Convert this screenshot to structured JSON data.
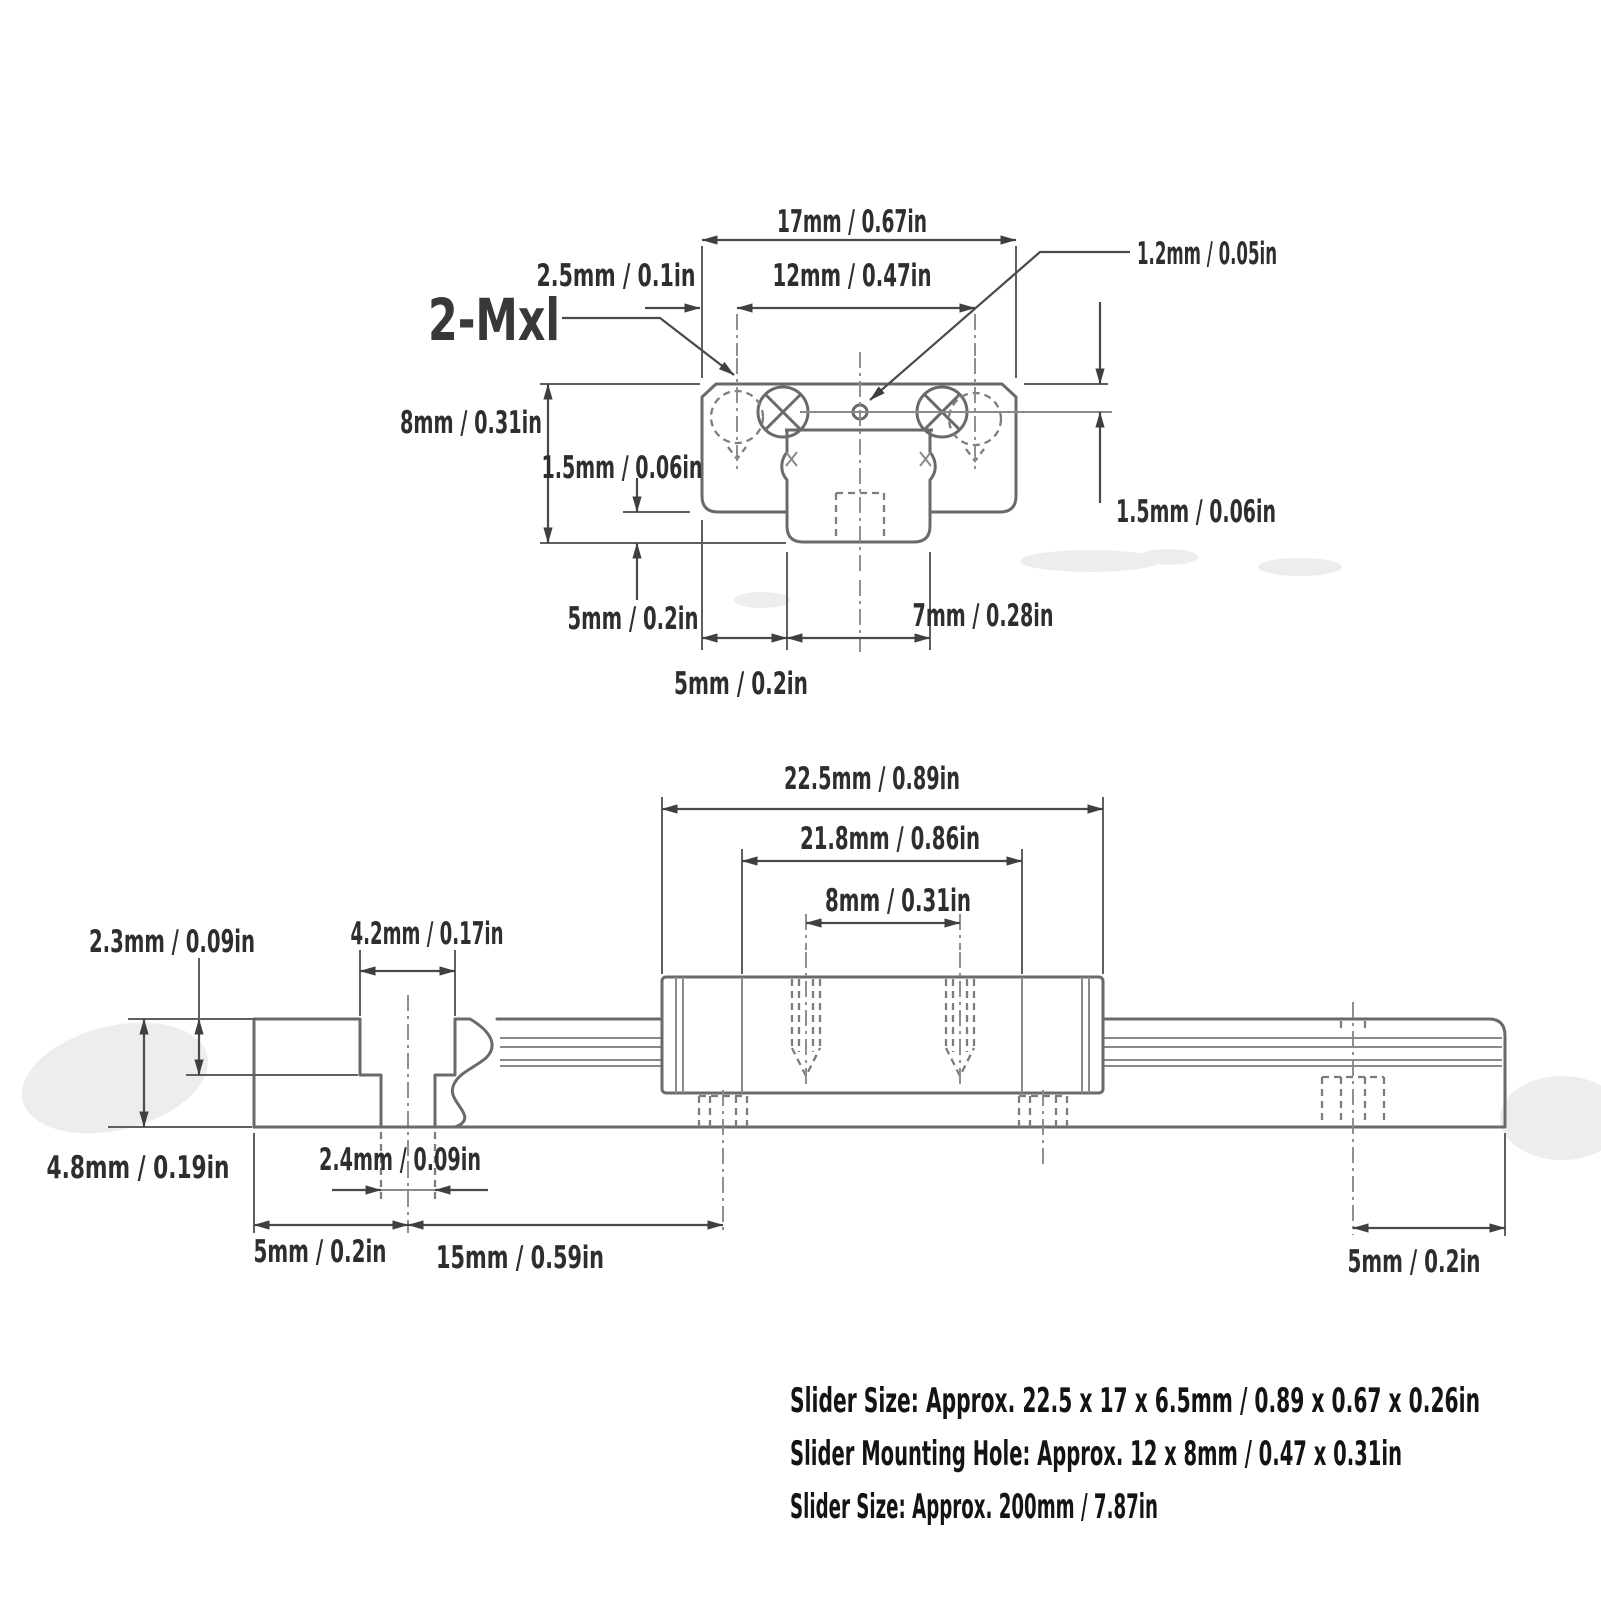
{
  "top_view": {
    "labels": {
      "width_17": "17mm / 0.67in",
      "offset_2_5": "2.5mm / 0.1in",
      "hole_spacing_12": "12mm / 0.47in",
      "hole_dia_1_2": "1.2mm / 0.05in",
      "thread_callout": "2-Mxl",
      "height_8": "8mm / 0.31in",
      "clearance_1_5_left": "1.5mm / 0.06in",
      "clearance_1_5_right": "1.5mm / 0.06in",
      "edge_5_left": "5mm / 0.2in",
      "rail_width_7": "7mm / 0.28in",
      "bottom_5": "5mm / 0.2in"
    }
  },
  "side_view": {
    "labels": {
      "block_length_22_5": "22.5mm / 0.89in",
      "body_length_21_8": "21.8mm / 0.86in",
      "hole_spacing_8": "8mm / 0.31in",
      "counterbore_depth_2_3": "2.3mm / 0.09in",
      "counterbore_dia_4_2": "4.2mm / 0.17in",
      "rail_height_4_8": "4.8mm / 0.19in",
      "hole_dia_2_4": "2.4mm / 0.09in",
      "end_offset_5_left": "5mm / 0.2in",
      "hole_pitch_15": "15mm / 0.59in",
      "end_offset_5_right": "5mm / 0.2in"
    }
  },
  "specs": {
    "line1": "Slider Size: Approx. 22.5 x 17 x 6.5mm / 0.89 x 0.67 x 0.26in",
    "line2": "Slider Mounting Hole: Approx. 12 x 8mm / 0.47 x 0.31in",
    "line3": "Slider Size: Approx. 200mm / 7.87in"
  },
  "colors": {
    "background": "#ffffff",
    "drawing_line": "#6a6a6a",
    "dimension_line": "#4a4a4a",
    "label_text": "#2e2e2e",
    "spec_text": "#141414"
  }
}
